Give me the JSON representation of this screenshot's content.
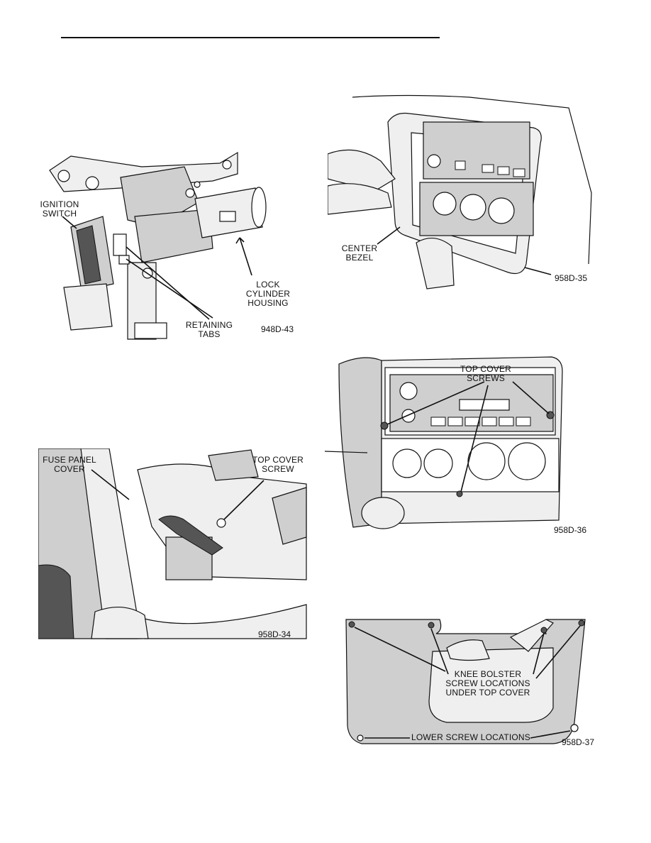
{
  "figures": {
    "fig1": {
      "number": "948D-43",
      "labels": {
        "ignition_switch": "IGNITION\nSWITCH",
        "lock_cylinder_housing": "LOCK\nCYLINDER\nHOUSING",
        "retaining_tabs": "RETAINING\nTABS"
      }
    },
    "fig2": {
      "number": "958D-34",
      "labels": {
        "fuse_panel_cover": "FUSE PANEL\nCOVER",
        "top_cover_screw": "TOP COVER\nSCREW"
      }
    },
    "fig3": {
      "number": "958D-35",
      "labels": {
        "center_bezel": "CENTER\nBEZEL"
      }
    },
    "fig4": {
      "number": "958D-36",
      "labels": {
        "top_cover_screws": "TOP COVER\nSCREWS"
      }
    },
    "fig5": {
      "number": "958D-37",
      "labels": {
        "knee_bolster": "KNEE BOLSTER\nSCREW LOCATIONS\nUNDER TOP COVER",
        "lower_screw_locations": "LOWER SCREW LOCATIONS"
      }
    }
  }
}
